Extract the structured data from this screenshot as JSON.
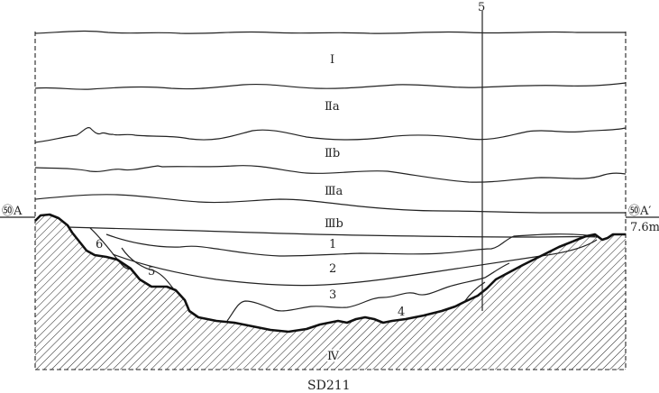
{
  "profile": {
    "marker_left": "㊿A",
    "marker_right": "㊿A′",
    "elevation": "7.6m",
    "pole_label": "5",
    "caption": "SD211"
  },
  "layers": [
    {
      "key": "I",
      "label": "Ⅰ"
    },
    {
      "key": "IIa",
      "label": "Ⅱa"
    },
    {
      "key": "IIb",
      "label": "Ⅱb"
    },
    {
      "key": "IIIa",
      "label": "Ⅲa"
    },
    {
      "key": "IIIb",
      "label": "Ⅲb"
    },
    {
      "key": "1",
      "label": "1"
    },
    {
      "key": "2",
      "label": "2"
    },
    {
      "key": "3",
      "label": "3"
    },
    {
      "key": "4",
      "label": "4"
    },
    {
      "key": "5",
      "label": "5"
    },
    {
      "key": "6",
      "label": "6"
    },
    {
      "key": "IV",
      "label": "Ⅳ"
    }
  ],
  "colors": {
    "line": "#222222",
    "background": "#ffffff"
  }
}
